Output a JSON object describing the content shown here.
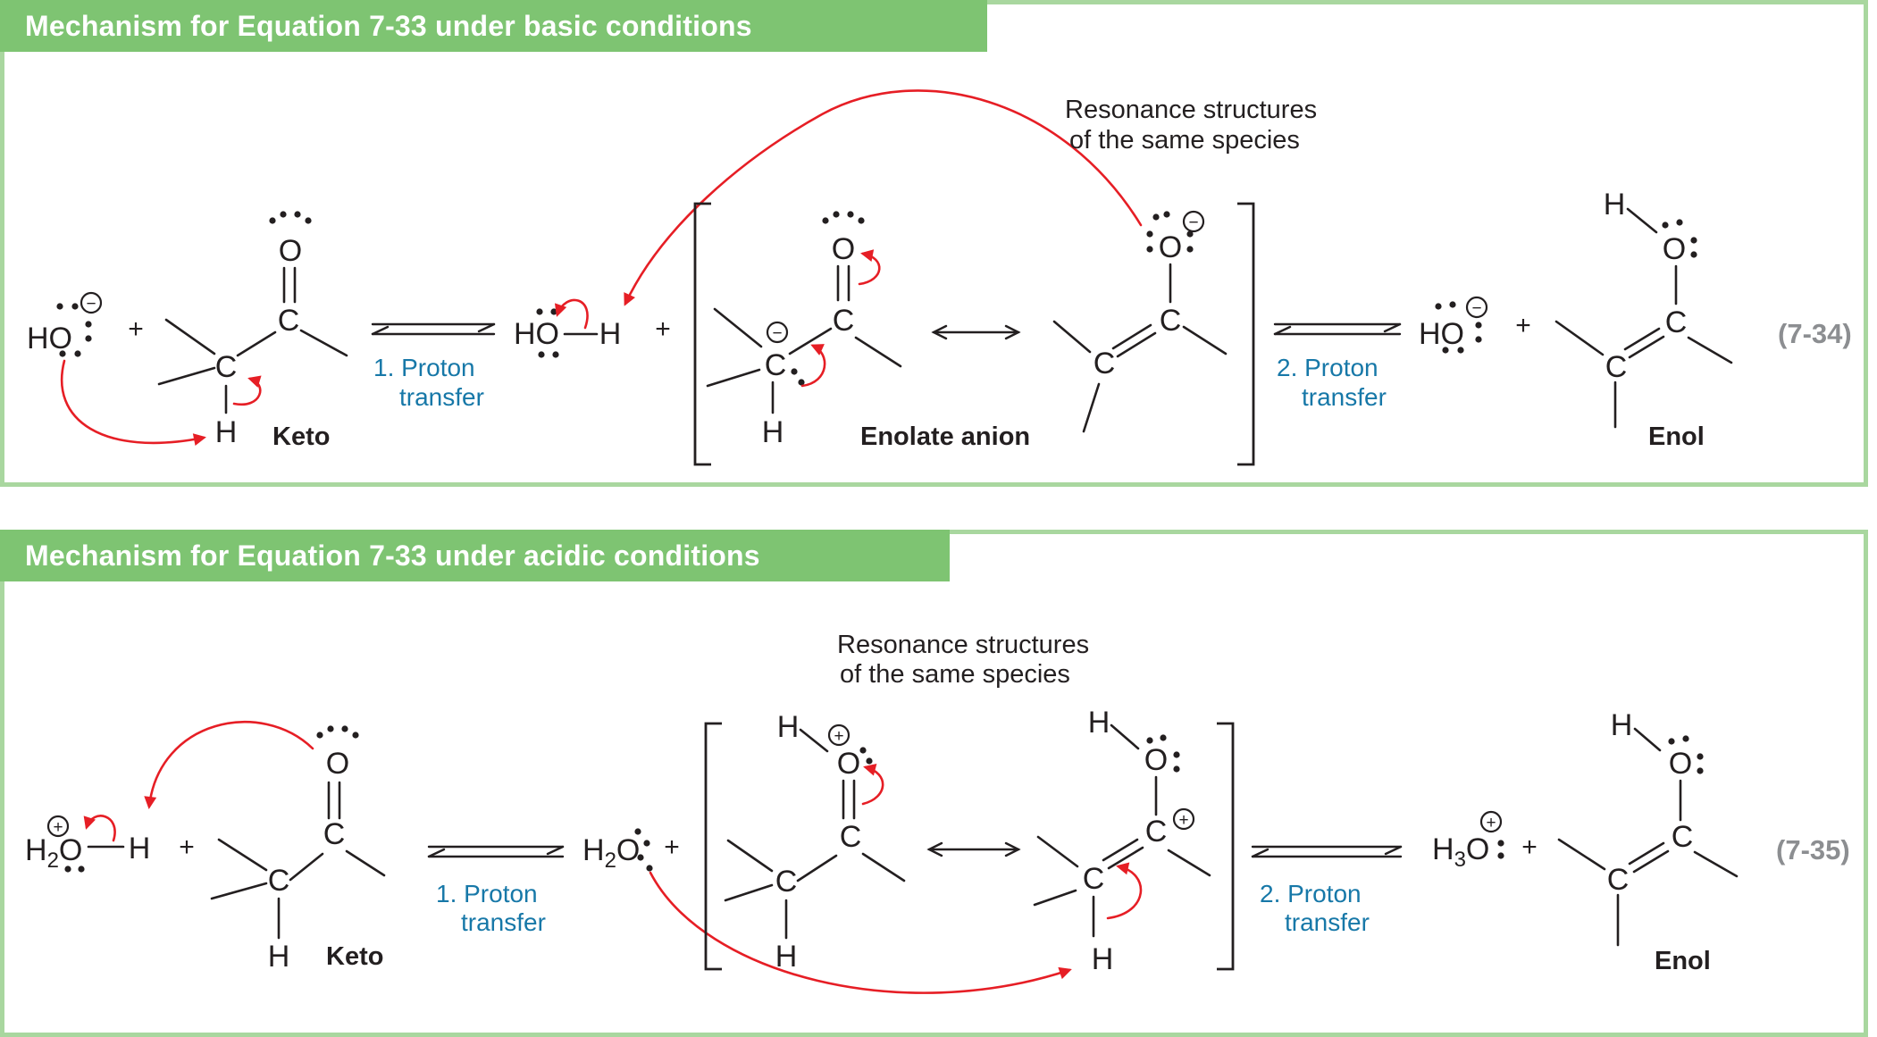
{
  "colors": {
    "band": "#7ec472",
    "border": "#a9d79f",
    "ink": "#231f20",
    "red": "#e61e25",
    "blue": "#1778a8",
    "gray": "#8c8e91"
  },
  "symbols": {
    "C": "C",
    "O": "O",
    "H": "H",
    "HO": "HO",
    "plus": "+",
    "minus_charge": "−",
    "plus_charge": "+",
    "sub2": "2",
    "sub3": "3"
  },
  "basic": {
    "title": "Mechanism for Equation 7-33 under basic conditions",
    "caption1": "Resonance structures",
    "caption2": "of the same species",
    "step1a": "1. Proton",
    "step1b": "transfer",
    "step2a": "2. Proton",
    "step2b": "transfer",
    "keto_label": "Keto",
    "enolate_label": "Enolate anion",
    "enol_label": "Enol",
    "equation_number": "(7-34)"
  },
  "acidic": {
    "title": "Mechanism for Equation 7-33 under acidic conditions",
    "caption1": "Resonance structures",
    "caption2": "of the same species",
    "step1a": "1. Proton",
    "step1b": "transfer",
    "step2a": "2. Proton",
    "step2b": "transfer",
    "keto_label": "Keto",
    "enol_label": "Enol",
    "equation_number": "(7-35)"
  }
}
